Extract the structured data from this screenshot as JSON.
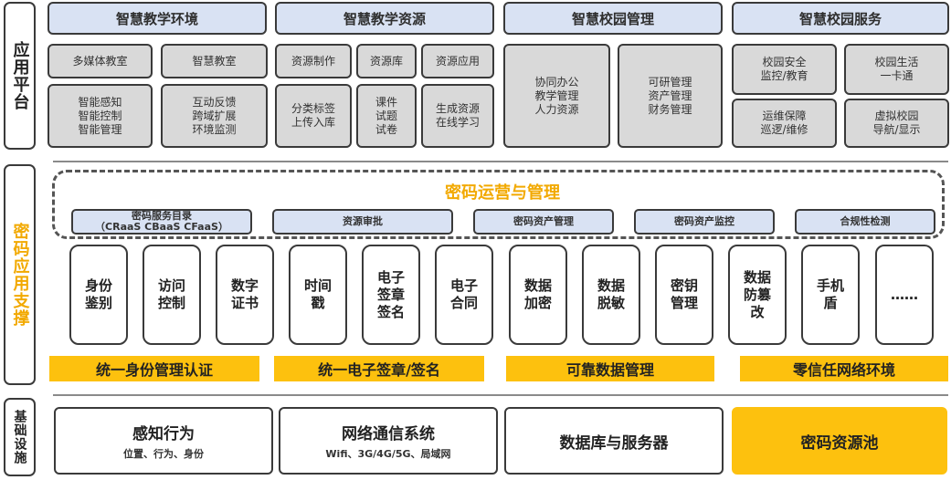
{
  "side_labels": {
    "app_platform": "应用平台",
    "crypto_support": "密码应用支撑",
    "infrastructure": "基础设施"
  },
  "app_headers": [
    "智慧教学环境",
    "智慧教学资源",
    "智慧校园管理",
    "智慧校园服务"
  ],
  "app_boxes": {
    "teaching_env": [
      "多媒体教室",
      "智慧教室",
      "智能感知\n智能控制\n智能管理",
      "互动反馈\n跨域扩展\n环境监测"
    ],
    "teaching_res": [
      "资源制作",
      "资源库",
      "资源应用",
      "分类标签\n上传入库",
      "课件\n试题\n试卷",
      "生成资源\n在线学习"
    ],
    "campus_mgmt": [
      "协同办公\n教学管理\n人力资源",
      "可研管理\n资产管理\n财务管理"
    ],
    "campus_svc": [
      "校园安全\n监控/教育",
      "校园生活\n一卡通",
      "运维保障\n巡逻/维修",
      "虚拟校园\n导航/显示"
    ]
  },
  "ops": {
    "title": "密码运营与管理",
    "items": [
      "密码服务目录\n（CRaaS  CBaaS  CFaaS）",
      "资源审批",
      "密码资产管理",
      "密码资产监控",
      "合规性检测"
    ]
  },
  "capabilities": [
    "身份\n鉴别",
    "访问\n控制",
    "数字\n证书",
    "时间\n戳",
    "电子\n签章\n签名",
    "电子\n合同",
    "数据\n加密",
    "数据\n脱敏",
    "密钥\n管理",
    "数据\n防篡\n改",
    "手机\n盾",
    "……"
  ],
  "bars": [
    "统一身份管理认证",
    "统一电子签章/签名",
    "可靠数据管理",
    "零信任网络环境"
  ],
  "infra": [
    {
      "title": "感知行为",
      "sub": "位置、行为、身份"
    },
    {
      "title": "网络通信系统",
      "sub": "Wifi、3G/4G/5G、局域网"
    },
    {
      "title": "数据库与服务器",
      "sub": ""
    },
    {
      "title": "密码资源池",
      "sub": ""
    }
  ],
  "colors": {
    "accent_gold": "#fdc10e",
    "header_blue": "#d9e2f3",
    "box_gray": "#d9d9d9",
    "border": "#3a3a3a"
  }
}
